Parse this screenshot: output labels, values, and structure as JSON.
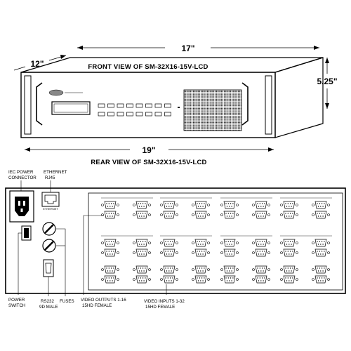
{
  "dimensions": {
    "width": "17\"",
    "depth": "12\"",
    "height": "5.25\"",
    "rack_width": "19\""
  },
  "views": {
    "front_title": "FRONT VIEW OF SM-32X16-15V-LCD",
    "rear_title": "REAR VIEW OF SM-32X16-15V-LCD"
  },
  "rear_labels": {
    "iec_power": [
      "IEC POWER",
      "CONNECTOR"
    ],
    "ethernet": [
      "ETHERNET",
      "RJ45"
    ],
    "ethernet_port": "ETHERNET",
    "power_switch": [
      "POWER",
      "SWITCH"
    ],
    "rs232": [
      "RS232",
      "9D MALE"
    ],
    "fuses": "FUSES",
    "video_outputs": [
      "VIDEO OUTPUTS 1-16",
      "15HD FEMALE"
    ],
    "video_inputs": [
      "VIDEO INPUTS 1-32",
      "15HD FEMALE"
    ]
  }
}
